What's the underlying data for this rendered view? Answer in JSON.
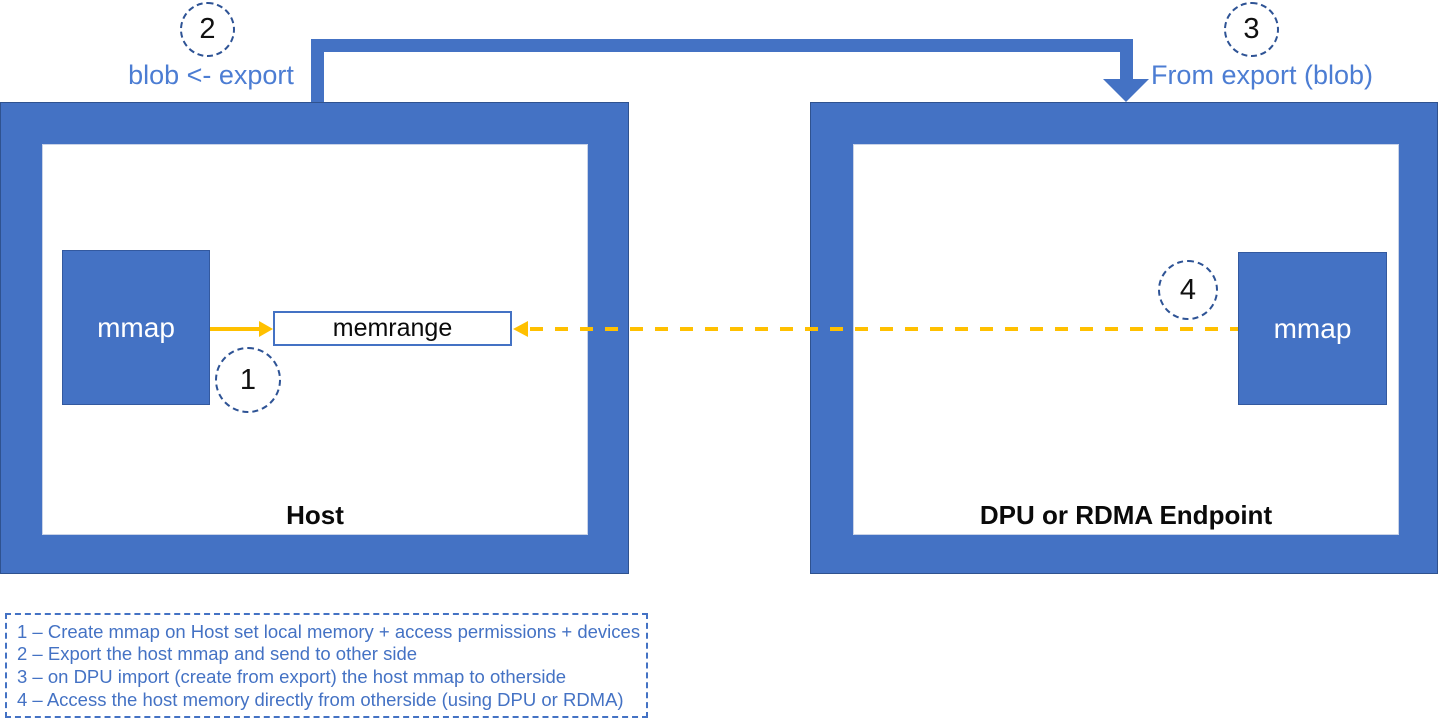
{
  "diagram": {
    "host_title": "Host",
    "dpu_title": "DPU or RDMA Endpoint",
    "host_mmap_label": "mmap",
    "dpu_mmap_label": "mmap",
    "memrange_label": "memrange",
    "export_label": "blob <- export",
    "from_export_label": "From export (blob)"
  },
  "callouts": [
    {
      "number": "1"
    },
    {
      "number": "2"
    },
    {
      "number": "3"
    },
    {
      "number": "4"
    }
  ],
  "legend": {
    "items": [
      "1 – Create mmap on Host set local memory + access permissions + devices",
      "2 – Export the host mmap and send to other side",
      "3 – on DPU import (create from export) the host mmap to otherside",
      "4 – Access the host memory directly from otherside (using DPU or RDMA)"
    ]
  },
  "colors": {
    "box_blue": "#4472C4",
    "dark_blue_border": "#2F528F",
    "arrow_yellow": "#FFC000",
    "step_label_blue": "#4C7DD3",
    "callout_border_blue": "#2E5395"
  }
}
